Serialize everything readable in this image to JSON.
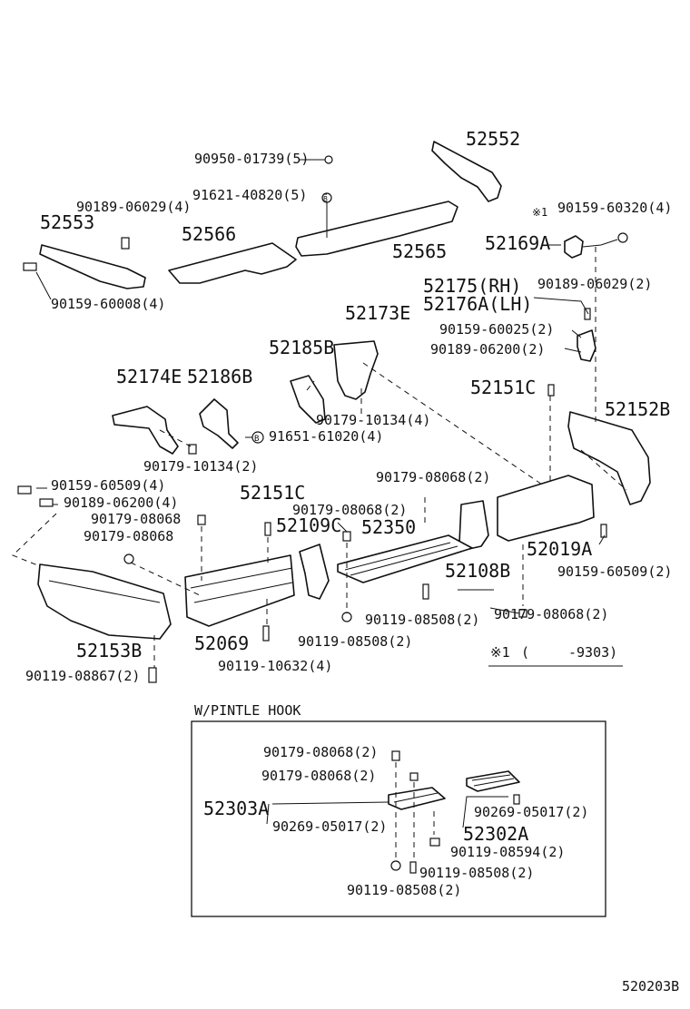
{
  "labels": {
    "p52552": "52552",
    "p90950": "90950-01739(5)",
    "p91621": "91621-40820(5)",
    "p90189a": "90189-06029(4)",
    "p52553": "52553",
    "p52566": "52566",
    "p52565": "52565",
    "p90159a": "90159-60008(4)",
    "note1": "※1",
    "p90159b": "90159-60320(4)",
    "p52169A": "52169A",
    "p52175": "52175(RH)",
    "p52176A": "52176A(LH)",
    "p90189b": "90189-06029(2)",
    "p52173E": "52173E",
    "p90159c": "90159-60025(2)",
    "p90189c": "90189-06200(2)",
    "p52185B": "52185B",
    "p52174E": "52174E",
    "p52186B": "52186B",
    "p52151Ca": "52151C",
    "p52152B": "52152B",
    "p90179a": "90179-10134(4)",
    "p91651": "91651-61020(4)",
    "p90179b": "90179-10134(2)",
    "p90179c": "90179-08068(2)",
    "p90159d": "90159-60509(4)",
    "p90189d": "90189-06200(4)",
    "p90179d": "90179-08068",
    "p90179e": "90179-08068",
    "p52151Cb": "52151C",
    "p90179f": "90179-08068(2)",
    "p52109C": "52109C",
    "p52350": "52350",
    "p52019A": "52019A",
    "p90159e": "90159-60509(2)",
    "p52108B": "52108B",
    "p90119a": "90119-08508(2)",
    "p90179g": "90179-08068(2)",
    "p52153B": "52153B",
    "p52069": "52069",
    "p90119b": "90119-08508(2)",
    "p90119c": "90119-10632(4)",
    "p90119d": "90119-08867(2)",
    "footnote_mark": "※1",
    "footnote_open": "(",
    "footnote_date": "-9303)",
    "pintle_title": "W/PINTLE HOOK",
    "k90179a": "90179-08068(2)",
    "k90179b": "90179-08068(2)",
    "k52303A": "52303A",
    "k90269a": "90269-05017(2)",
    "k90269b": "90269-05017(2)",
    "k52302A": "52302A",
    "k90119a": "90119-08594(2)",
    "k90119b": "90119-08508(2)",
    "k90119c": "90119-08508(2)",
    "marker_b": "B",
    "doc_code": "520203B"
  }
}
